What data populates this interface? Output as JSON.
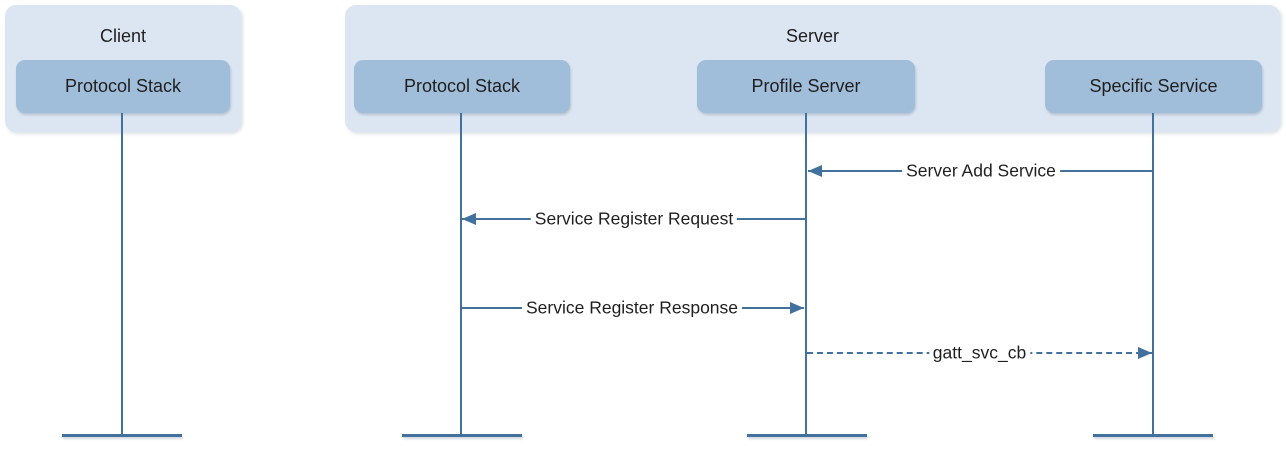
{
  "diagram": {
    "type": "sequence-diagram",
    "colors": {
      "container_fill": "#dce6f2",
      "participant_fill": "#a0bdd9",
      "line": "#41719c",
      "text": "#1f1f1f"
    },
    "groups": [
      {
        "id": "client",
        "label": "Client",
        "participants": [
          {
            "id": "client-protocol-stack",
            "label": "Protocol Stack"
          }
        ]
      },
      {
        "id": "server",
        "label": "Server",
        "participants": [
          {
            "id": "server-protocol-stack",
            "label": "Protocol Stack"
          },
          {
            "id": "profile-server",
            "label": "Profile Server"
          },
          {
            "id": "specific-service",
            "label": "Specific Service"
          }
        ]
      }
    ],
    "messages": [
      {
        "label": "Server Add Service",
        "from": "specific-service",
        "to": "profile-server",
        "style": "solid",
        "direction": "left"
      },
      {
        "label": "Service Register Request",
        "from": "profile-server",
        "to": "server-protocol-stack",
        "style": "solid",
        "direction": "left"
      },
      {
        "label": "Service Register Response",
        "from": "server-protocol-stack",
        "to": "profile-server",
        "style": "solid",
        "direction": "right"
      },
      {
        "label": "gatt_svc_cb",
        "from": "profile-server",
        "to": "specific-service",
        "style": "dashed",
        "direction": "right"
      }
    ]
  }
}
